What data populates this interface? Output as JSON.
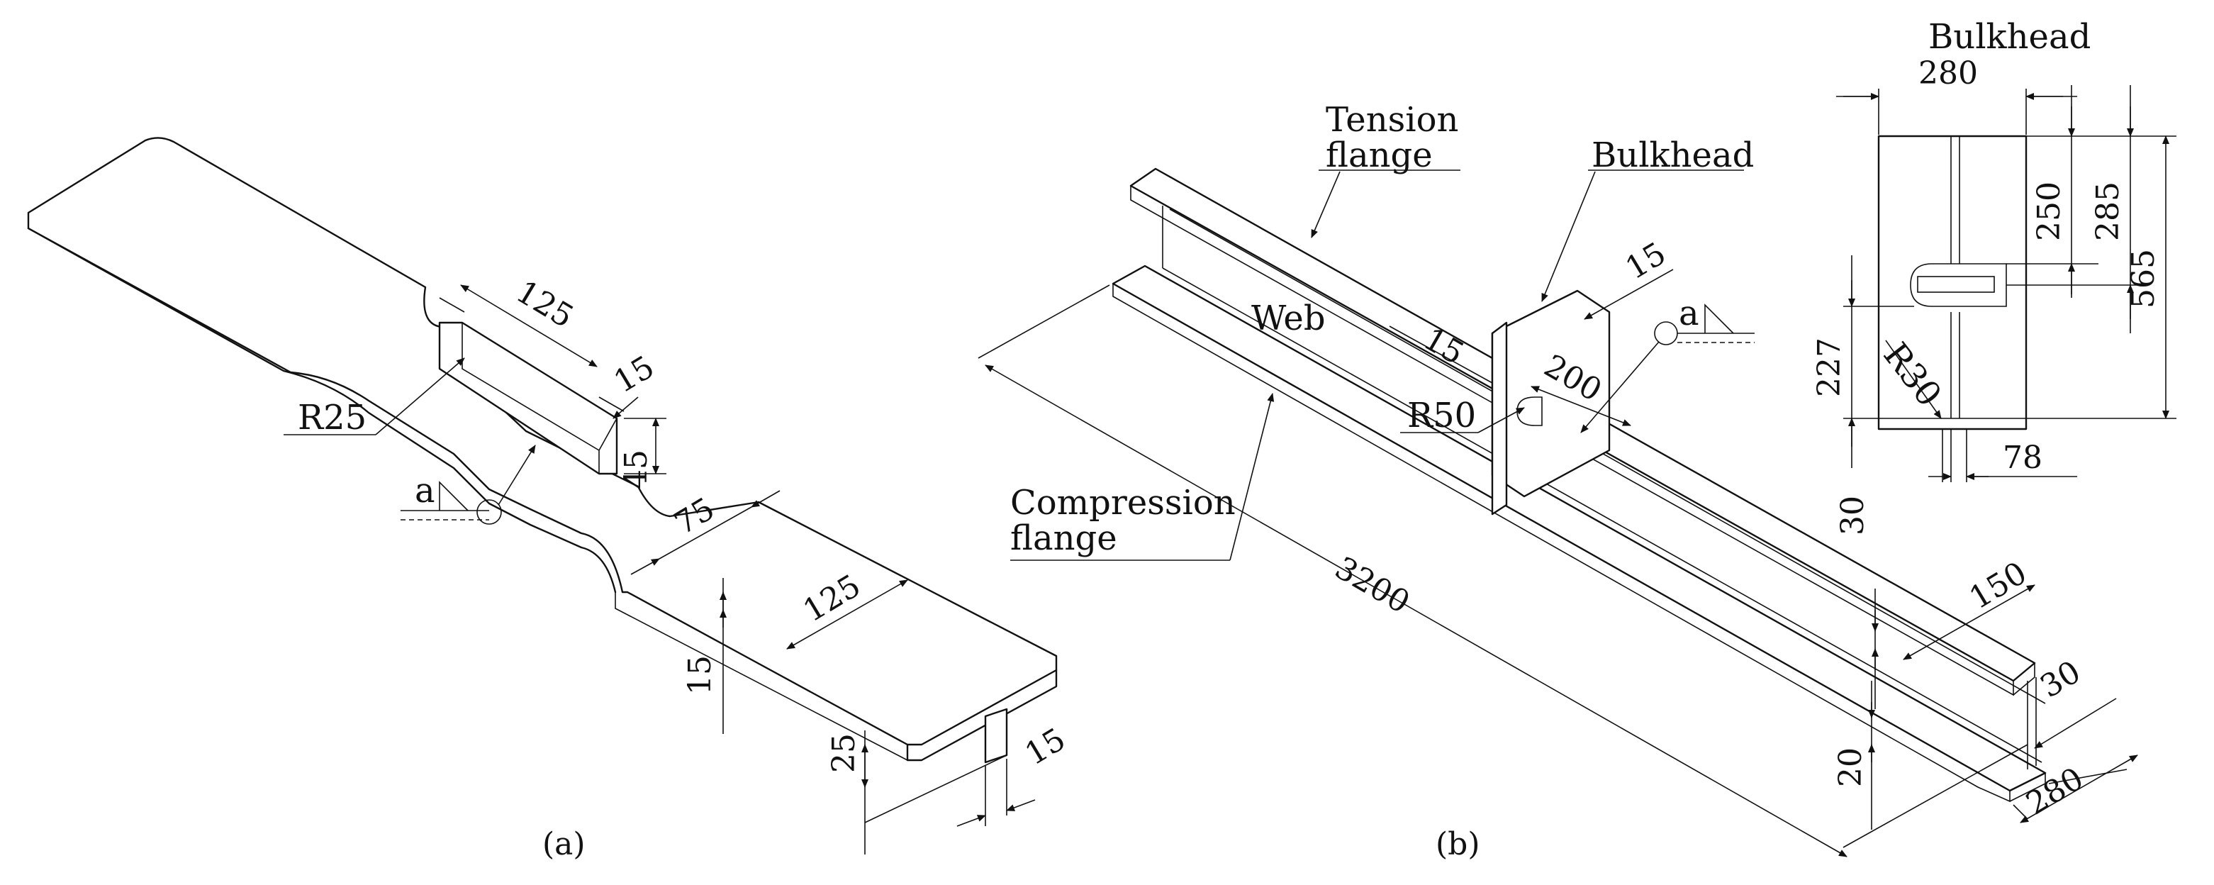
{
  "captions": {
    "a": "(a)",
    "b": "(b)"
  },
  "panel_a": {
    "dims": {
      "stiffener_length": "125",
      "stiffener_thickness": "15",
      "stiffener_height": "45",
      "neck_width": "75",
      "end_width": "125",
      "plate_thickness": "15",
      "rib_height": "25",
      "rib_thickness": "15"
    },
    "radius": "R25",
    "weld_label": "a"
  },
  "panel_b": {
    "labels": {
      "tension_flange_line1": "Tension",
      "tension_flange_line2": "flange",
      "bulkhead": "Bulkhead",
      "web": "Web",
      "compression_flange_line1": "Compression",
      "compression_flange_line2": "flange"
    },
    "dims": {
      "length": "3200",
      "bulkhead_thickness": "15",
      "web_thickness": "15",
      "bulkhead_width": "200",
      "tension_flange_thickness": "30",
      "tension_flange_width": "150",
      "web_gap": "30",
      "compression_flange_thickness": "20",
      "compression_flange_width": "280"
    },
    "radius": "R50",
    "weld_label": "a"
  },
  "bulkhead_detail": {
    "title": "Bulkhead",
    "dims": {
      "width": "280",
      "d250": "250",
      "d285": "285",
      "height": "565",
      "d227": "227",
      "d78": "78"
    },
    "radius": "R30"
  }
}
